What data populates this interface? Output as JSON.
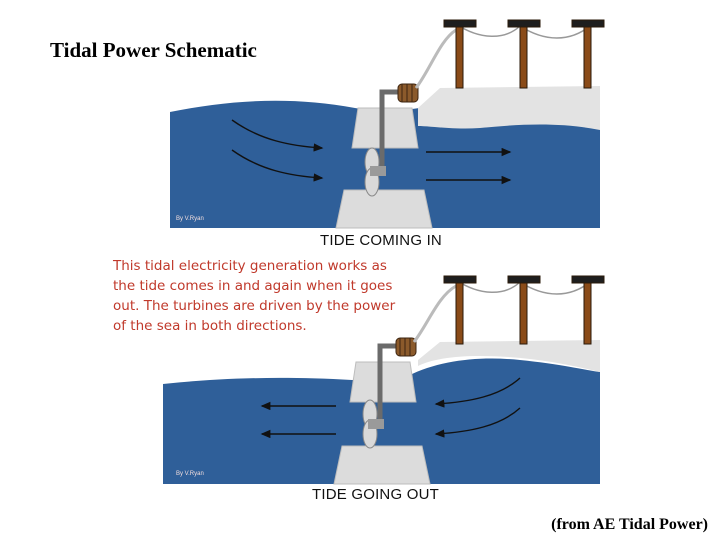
{
  "title": "Tidal Power Schematic",
  "panels": [
    {
      "caption": "TIDE COMING IN",
      "credit": "By V.Ryan"
    },
    {
      "caption": "TIDE GOING OUT",
      "credit": "By V.Ryan"
    }
  ],
  "note_lines": [
    "This tidal electricity generation works as",
    "the tide comes in and again when it goes",
    "out. The turbines are driven by the power",
    "of the sea in both directions."
  ],
  "source": "(from AE Tidal Power)",
  "colors": {
    "water": "#2f5f99",
    "water_light": "#3a6fb0",
    "concrete": "#dcdcdc",
    "pole": "#8a4b18",
    "coil": "#8b5a2b",
    "note_text": "#c0392b"
  }
}
